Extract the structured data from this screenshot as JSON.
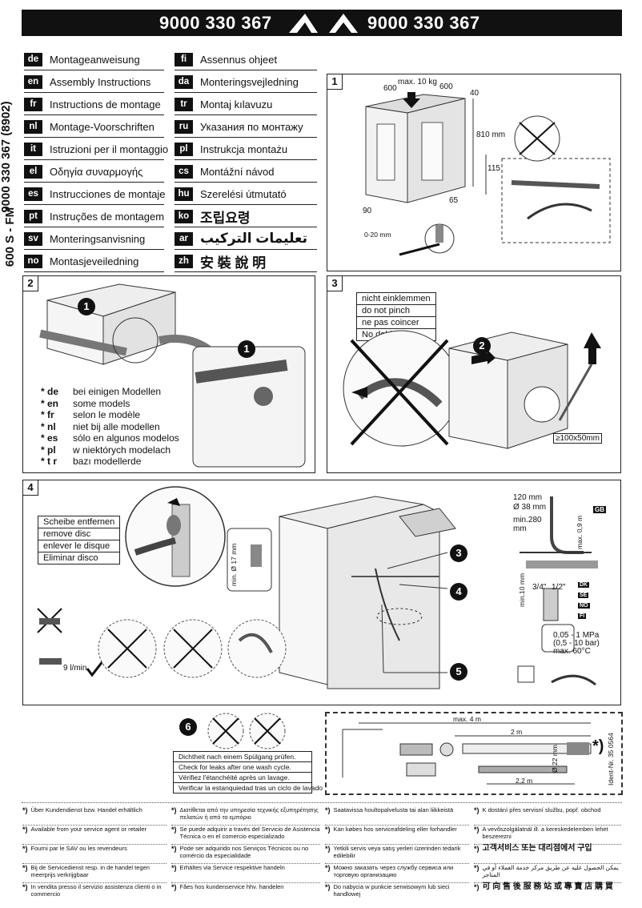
{
  "header": {
    "part_number_left": "9000 330 367",
    "part_number_right": "9000 330 367"
  },
  "side": {
    "code": "9000 330 367 (8902)",
    "model": "600 S - FM"
  },
  "languages": [
    {
      "code": "de",
      "title": "Montageanweisung"
    },
    {
      "code": "en",
      "title": "Assembly Instructions"
    },
    {
      "code": "fr",
      "title": "Instructions de montage"
    },
    {
      "code": "nl",
      "title": "Montage-Voorschriften"
    },
    {
      "code": "it",
      "title": "Istruzioni per il montaggio"
    },
    {
      "code": "el",
      "title": "Οδηγία συναρμογής"
    },
    {
      "code": "es",
      "title": "Instrucciones de montaje"
    },
    {
      "code": "pt",
      "title": "Instruções de montagem"
    },
    {
      "code": "sv",
      "title": "Monteringsanvisning"
    },
    {
      "code": "no",
      "title": "Montasjeveiledning"
    },
    {
      "code": "fi",
      "title": "Assennus ohjeet"
    },
    {
      "code": "da",
      "title": "Monteringsvejledning"
    },
    {
      "code": "tr",
      "title": "Montaj kılavuzu"
    },
    {
      "code": "ru",
      "title": "Указания по монтажу"
    },
    {
      "code": "pl",
      "title": "Instrukcja montażu"
    },
    {
      "code": "cs",
      "title": "Montážní návod"
    },
    {
      "code": "hu",
      "title": "Szerelési útmutató"
    },
    {
      "code": "ko",
      "title": "조립요령"
    },
    {
      "code": "ar",
      "title": "تعليمات التركيب"
    },
    {
      "code": "zh",
      "title": "安 裝 說 明"
    }
  ],
  "panel1": {
    "number": "1",
    "dims": {
      "width": "600",
      "depth": "600",
      "load": "max. 10 kg",
      "h40": "40",
      "h810": "810 mm",
      "h115": "115",
      "d65": "65",
      "h90": "90",
      "adj": "0-20 mm"
    }
  },
  "panel2": {
    "number": "2",
    "callout": "1",
    "models": [
      {
        "code": "* de",
        "text": "bei einigen Modellen"
      },
      {
        "code": "* en",
        "text": "some models"
      },
      {
        "code": "* fr",
        "text": "selon le modèle"
      },
      {
        "code": "* nl",
        "text": "niet bij alle modellen"
      },
      {
        "code": "* es",
        "text": "sólo en algunos modelos"
      },
      {
        "code": "* pl",
        "text": "w niektórych modelach"
      },
      {
        "code": "* t r",
        "text": "bazı modellerde"
      }
    ]
  },
  "panel3": {
    "number": "3",
    "callout": "2",
    "warnings": [
      "nicht einklemmen",
      "do not pinch",
      "ne pas coincer",
      "No doblar"
    ],
    "hole": "≥100x50mm"
  },
  "panel4": {
    "number": "4",
    "disc": [
      "Scheibe entfernen",
      "remove disc",
      "enlever le disque",
      "Eliminar disco"
    ],
    "callouts": [
      "3",
      "4",
      "5"
    ],
    "siphon": {
      "h120": "120 mm",
      "d38": "Ø 38 mm",
      "min280": "min.280",
      "mm": "mm",
      "max09": "max. 0,9 m",
      "gb": "GB"
    },
    "tap": {
      "min10": "min.10 mm",
      "thread1": "3/4\"",
      "thread2": "1/2\"",
      "dk": "DK",
      "se": "SE",
      "no": "NO",
      "fi": "FI",
      "pressure1": "0,05 - 1 MPa",
      "pressure2": "(0,5 - 10 bar)",
      "pressure3": "max. 60°C"
    },
    "dia17": "min. Ø 17 mm",
    "flow": "9 l/min"
  },
  "panel6": {
    "number": "6",
    "texts": [
      "Dichtheit nach einem Spülgang prüfen.",
      "Check for leaks after one wash cycle.",
      "Vérifiez l'étanchéité après un lavage.",
      "Verificar la estanquiedad tras un ciclo de lavado"
    ]
  },
  "accessory": {
    "max4": "max. 4 m",
    "m2": "2 m",
    "m22": "2,2 m",
    "d22": "Ø 22 mm",
    "ident": "Ident-Nr. 35 0564",
    "asterisk": "*)"
  },
  "footer": [
    "Über Kundendienst bzw. Handel erhältlich",
    "Available from your service agent or retailer",
    "Fourni par le SAV ou les revendeurs",
    "Bij de Servicedienst resp. in de handel tegen meerprijs verkrijgbaar",
    "In vendita presso il servizio assistenza clienti o in commercio",
    "Διατίθεται από την υπηρεσία τεχνικής εξυπηρέτησης πελατών ή από το εμπόριο",
    "Se puede adquirir a través del Servicio de Asistencia Técnica o en el comercio especializado",
    "Pode ser adquirido nos Serviços Técnicos ou no comércio da especialidade",
    "Erhältes via Service respektive handeln",
    "Fåes hos kundenservice hhv. handelen",
    "Saatavissa houltopalvelusta tai alan liikkeistä",
    "Kan købes hos serviceafdeling eller forhandler",
    "Yetkili servis veya satış yerleri üzerinden tedarik edilebilir",
    "Можно заказать через службу сервиса или торговую организацию",
    "Do nabycia w punkcie serwisowym lub sieci handlowej",
    "K dostání přes servisní službu, popř. obchod",
    "A vevőszolgálatnál ill. a kereskedelemben lehet beszerezni",
    "고객서비스 또는 대리점에서 구입",
    "يمكن الحصول عليه عن طريق مركز خدمة العملاء أو في المتاجر",
    "可 向 售 後 服 務 站 或 專 賣 店 購 買"
  ]
}
